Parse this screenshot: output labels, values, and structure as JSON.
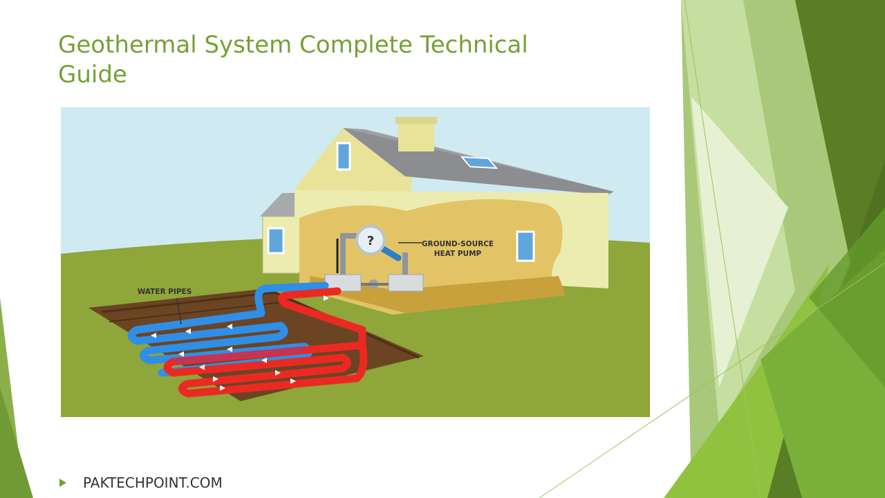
{
  "slide": {
    "title_line1": "Geothermal System Complete Technical",
    "title_line2": "Guide",
    "bullet": "PAKTECHPOINT.COM"
  },
  "illustration": {
    "label_pipes": "WATER PIPES",
    "label_pump_1": "GROUND-SOURCE",
    "label_pump_2": "HEAT PUMP",
    "magnifier_glyph": "?"
  },
  "colors": {
    "title": "#76a035",
    "sky": "#cfeaf0",
    "grass": "#8ea63a",
    "house": "#ecebb0",
    "cold_pipe": "#2f8fe6",
    "hot_pipe": "#ea2a22"
  }
}
